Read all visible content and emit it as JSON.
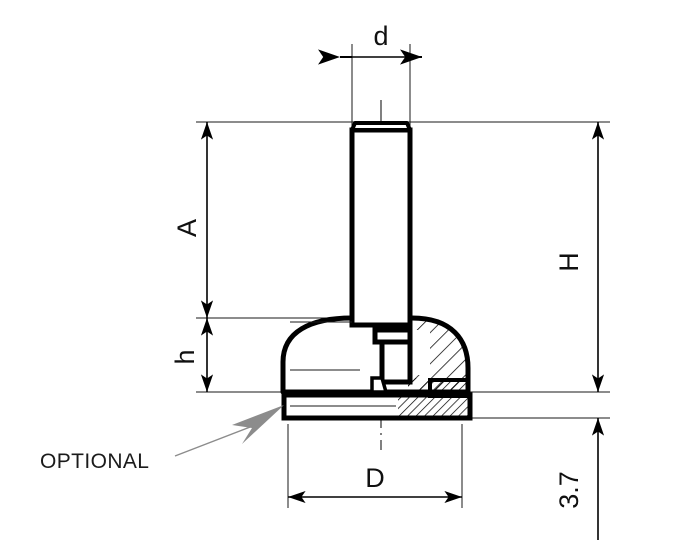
{
  "drawing": {
    "title": "Leveling Foot Cross-Section Drawing",
    "background_color": "#ffffff",
    "line_color": "#000000",
    "thin_line_color": "#1a1a1a",
    "leader_color": "#8c8c8c",
    "text_color": "#101010"
  },
  "dimensions": {
    "d": {
      "label": "d",
      "description": "stud diameter",
      "orientation": "horizontal",
      "arrow_style": "outward"
    },
    "A": {
      "label": "A",
      "description": "stud length above dome",
      "orientation": "vertical-rotated",
      "arrow_style": "inward"
    },
    "h": {
      "label": "h",
      "description": "dome height",
      "orientation": "vertical-rotated",
      "arrow_style": "inward"
    },
    "H": {
      "label": "H",
      "description": "overall height",
      "orientation": "vertical-rotated",
      "arrow_style": "inward"
    },
    "D": {
      "label": "D",
      "description": "base diameter",
      "orientation": "horizontal",
      "arrow_style": "inward"
    },
    "pad": {
      "label": "3.7",
      "description": "optional pad thickness",
      "orientation": "vertical-rotated",
      "arrow_style": "single-up"
    }
  },
  "annotations": {
    "optional": {
      "label": "OPTIONAL",
      "description": "optional rubber base pad callout",
      "leader_color": "#8c8c8c"
    }
  },
  "part": {
    "name": "leveling-foot",
    "features": [
      {
        "name": "threaded-stud",
        "section": false
      },
      {
        "name": "dome-body",
        "section": true,
        "hatch": "coarse-45"
      },
      {
        "name": "internal-nut",
        "section": true
      },
      {
        "name": "base-pad",
        "section": true,
        "hatch": "fine-45"
      }
    ]
  }
}
